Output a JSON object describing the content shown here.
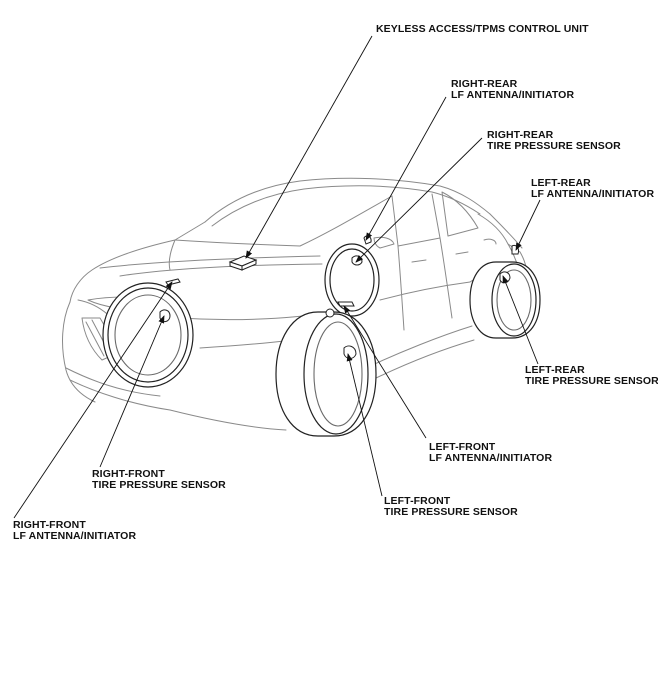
{
  "labels": {
    "control_unit": {
      "line1": "KEYLESS ACCESS/TPMS CONTROL UNIT"
    },
    "right_rear_antenna": {
      "line1": "RIGHT-REAR",
      "line2": "LF ANTENNA/INITIATOR"
    },
    "right_rear_sensor": {
      "line1": "RIGHT-REAR",
      "line2": "TIRE PRESSURE SENSOR"
    },
    "left_rear_antenna": {
      "line1": "LEFT-REAR",
      "line2": "LF ANTENNA/INITIATOR"
    },
    "left_rear_sensor": {
      "line1": "LEFT-REAR",
      "line2": "TIRE PRESSURE SENSOR"
    },
    "left_front_antenna": {
      "line1": "LEFT-FRONT",
      "line2": "LF ANTENNA/INITIATOR"
    },
    "left_front_sensor": {
      "line1": "LEFT-FRONT",
      "line2": "TIRE PRESSURE SENSOR"
    },
    "right_front_sensor": {
      "line1": "RIGHT-FRONT",
      "line2": "TIRE PRESSURE SENSOR"
    },
    "right_front_antenna": {
      "line1": "RIGHT-FRONT",
      "line2": "LF ANTENNA/INITIATOR"
    }
  }
}
